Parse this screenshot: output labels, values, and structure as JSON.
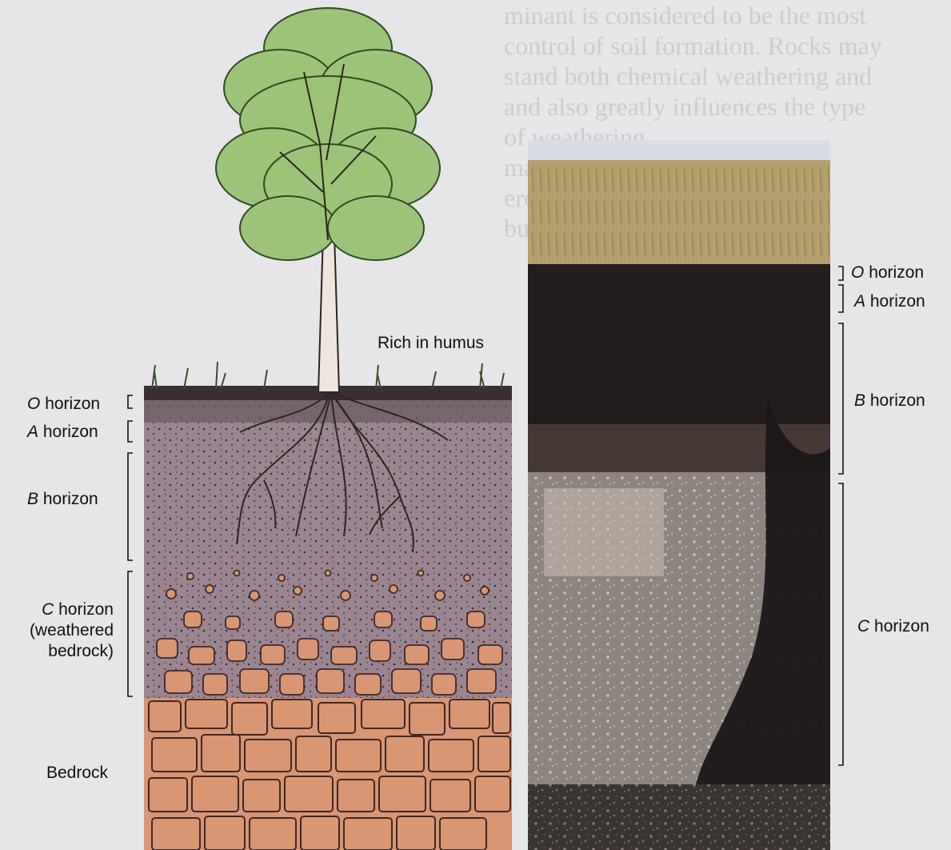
{
  "background_text": [
    "minant is considered to be the most",
    "control of soil formation. Rocks may",
    "stand both chemical weathering and",
    "and also greatly influences the type",
    "of weathering.",
    "may cross",
    "eroded",
    "but less"
  ],
  "illustration": {
    "rich_in_humus": "Rich in humus",
    "o_horizon": {
      "letter": "O",
      "word": "horizon"
    },
    "a_horizon": {
      "letter": "A",
      "word": "horizon"
    },
    "b_horizon": {
      "letter": "B",
      "word": "horizon"
    },
    "c_horizon": {
      "letter": "C",
      "word": "horizon",
      "line2": "(weathered",
      "line3": "bedrock)"
    },
    "bedrock": "Bedrock"
  },
  "photo": {
    "o_horizon": {
      "letter": "O",
      "word": "horizon"
    },
    "a_horizon": {
      "letter": "A",
      "word": "horizon"
    },
    "b_horizon": {
      "letter": "B",
      "word": "horizon"
    },
    "c_horizon": {
      "letter": "C",
      "word": "horizon"
    }
  },
  "colors": {
    "soil_purple": "#9a8590",
    "bedrock_salmon": "#d99673",
    "foliage_green": "#9cc479",
    "photo_dark_soil": "#2b2526"
  }
}
